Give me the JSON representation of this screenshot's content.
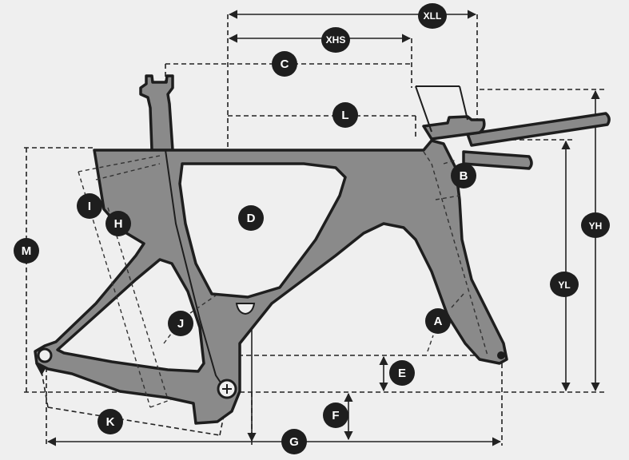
{
  "labels": {
    "xll": "XLL",
    "xhs": "XHS",
    "c": "C",
    "l": "L",
    "b": "B",
    "yh": "YH",
    "yl": "YL",
    "i": "I",
    "h": "H",
    "d": "D",
    "m": "M",
    "j": "J",
    "a": "A",
    "e": "E",
    "k": "K",
    "f": "F",
    "g": "G"
  }
}
